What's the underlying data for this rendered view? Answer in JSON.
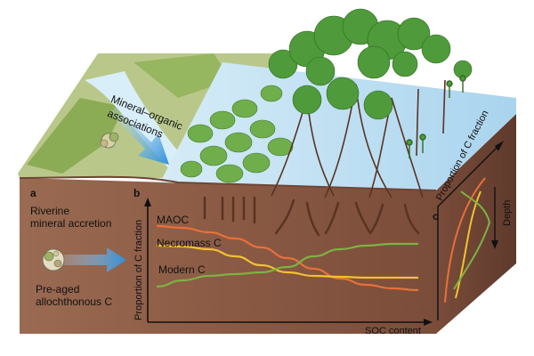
{
  "panels": {
    "a": {
      "letter": "a",
      "line1": "Riverine",
      "line2": "mineral accretion",
      "line3": "Pre-aged",
      "line4": "allochthonous C"
    },
    "b": {
      "letter": "b",
      "y_axis_label": "Proportion of C fraction",
      "x_axis_label": "SOC content"
    },
    "c": {
      "letter": "c",
      "axis_top_label": "Proportion of C fraction",
      "axis_side_label": "Depth"
    }
  },
  "surface": {
    "arrow_label_line1": "Mineral–organic",
    "arrow_label_line2": "associations"
  },
  "chart_data": {
    "type": "line",
    "title": "",
    "xlabel": "SOC content",
    "ylabel": "Proportion of C fraction",
    "x": [
      0,
      0.1,
      0.2,
      0.3,
      0.4,
      0.5,
      0.6,
      0.7,
      0.8,
      0.9,
      1.0
    ],
    "ylim": [
      0,
      1
    ],
    "series": [
      {
        "name": "MAOC",
        "color": "#e8703a",
        "values": [
          0.86,
          0.84,
          0.79,
          0.72,
          0.62,
          0.5,
          0.38,
          0.27,
          0.2,
          0.16,
          0.14
        ]
      },
      {
        "name": "Necromass C",
        "color": "#f2c230",
        "values": [
          0.64,
          0.63,
          0.6,
          0.52,
          0.42,
          0.34,
          0.3,
          0.29,
          0.28,
          0.28,
          0.28
        ]
      },
      {
        "name": "Modern C",
        "color": "#7cb342",
        "values": [
          0.18,
          0.25,
          0.3,
          0.32,
          0.34,
          0.4,
          0.52,
          0.6,
          0.64,
          0.66,
          0.66
        ]
      }
    ]
  },
  "colors": {
    "soil_front": "#8a5a44",
    "soil_side": "#6e4535",
    "water": "#b8dcf0",
    "grass": "#6fae4a",
    "mangrove_leaf": "#4f9a3a",
    "root": "#5a3322",
    "arrow_blue": "#3aa0e0"
  }
}
